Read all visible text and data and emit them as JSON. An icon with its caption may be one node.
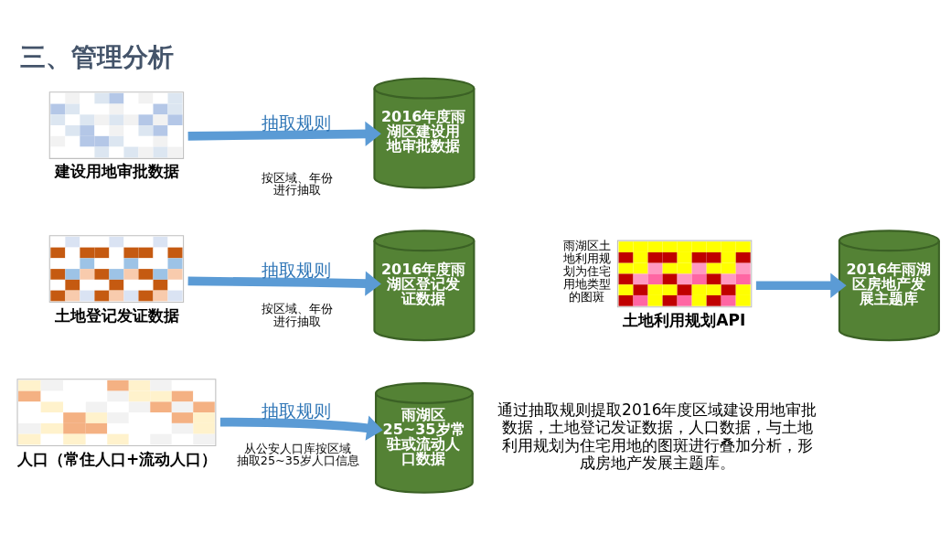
{
  "diagram": {
    "title": "三、管理分析",
    "nodes": [
      {
        "text": [
          "建设用地审批数据"
        ]
      },
      {
        "text": [
          "2016年度雨湖区建设用地审批数据"
        ]
      },
      {
        "text": [
          "土地登记发证数据"
        ]
      },
      {
        "text": [
          "2016年度雨湖区登记发证数据"
        ]
      },
      {
        "text": [
          "人口（常住人口+流动人口）"
        ]
      },
      {
        "text": [
          "雨湖区25~35岁常驻或流动人口数据"
        ]
      },
      {
        "text": [
          "土地利用规划API"
        ],
        "beside": [
          "雨湖区土地利用规划为住宅用地类型的图斑"
        ]
      },
      {
        "text": [
          "2016年雨湖区房地产发展主题库"
        ]
      }
    ],
    "edges": [
      {
        "from": 0,
        "to": 1,
        "arrow": "to",
        "label": "抽取规则"
      },
      {
        "from": 2,
        "to": 3,
        "arrow": "to",
        "label": "抽取规则"
      },
      {
        "from": 4,
        "to": 5,
        "arrow": "to",
        "label": "抽取规则"
      },
      {
        "from": 6,
        "to": 7,
        "arrow": "to"
      }
    ],
    "labels": [
      "按区域、年份进行抽取",
      "按区域、年份进行抽取",
      "从公安人口库按区域抽取25~35岁人口信息",
      "通过抽取规则提取2016年度区域建设用地审批数据，土地登记发证数据，人口数据，与土地利用规划为住宅用地的图斑进行叠加分析，形成房地产发展主题库。"
    ]
  }
}
